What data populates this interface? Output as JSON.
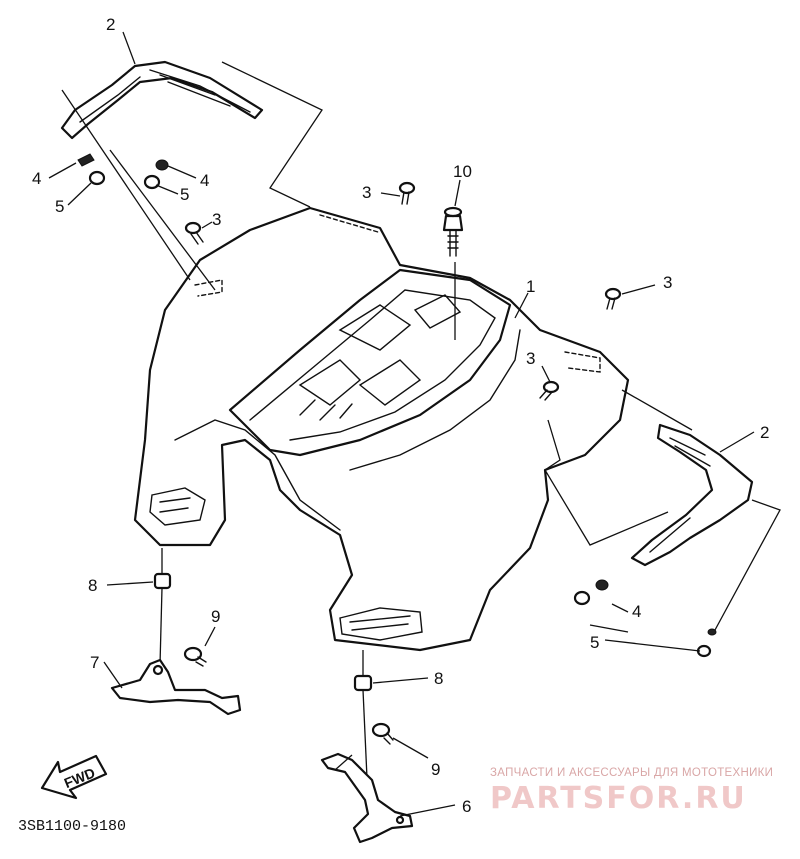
{
  "callouts": {
    "c1": "1",
    "c2a": "2",
    "c2b": "2",
    "c3a": "3",
    "c3b": "3",
    "c3c": "3",
    "c3d": "3",
    "c4a": "4",
    "c4b": "4",
    "c4c": "4",
    "c5a": "5",
    "c5b": "5",
    "c5c": "5",
    "c6": "6",
    "c7": "7",
    "c8a": "8",
    "c8b": "8",
    "c9a": "9",
    "c9b": "9",
    "c10": "10"
  },
  "fwd_label": "FWD",
  "diagram_code": "3SB1100-9180",
  "watermark": {
    "tagline": "ЗАПЧАСТИ И АКСЕССУАРЫ ДЛЯ МОТОТЕХНИКИ",
    "brand": "PARTSFOR.RU"
  }
}
